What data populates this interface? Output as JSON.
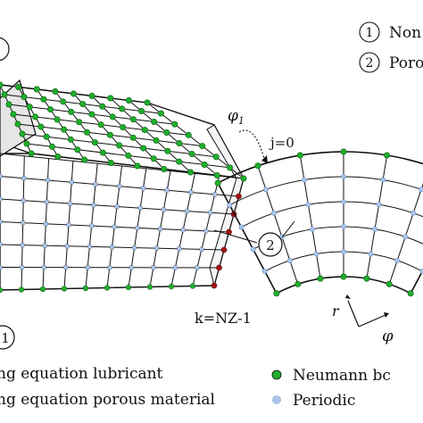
{
  "callouts": {
    "top_left_marker": "",
    "bottom_left_marker": "1",
    "mid_marker": "2"
  },
  "legend_top": [
    {
      "marker": "1",
      "text": "Non"
    },
    {
      "marker": "2",
      "text": "Poro"
    }
  ],
  "angle_label": {
    "symbol": "φ",
    "subscript": "1"
  },
  "index_labels": {
    "j0": "j=0",
    "knz": "k=NZ-1"
  },
  "axes": {
    "r": "r",
    "phi": "φ"
  },
  "legend_bottom_left": [
    "ng equation lubricant",
    "ng equation porous material"
  ],
  "legend_bottom_right": [
    {
      "text": "Neumann bc",
      "color": "#1fae2a",
      "type": "neumann"
    },
    {
      "text": "Periodic",
      "color": "#9fc0ec",
      "type": "periodic"
    }
  ],
  "colors": {
    "neumann": "#1fae2a",
    "periodic": "#a9c6ee",
    "dirichlet": "#a01010",
    "line": "#111111"
  }
}
